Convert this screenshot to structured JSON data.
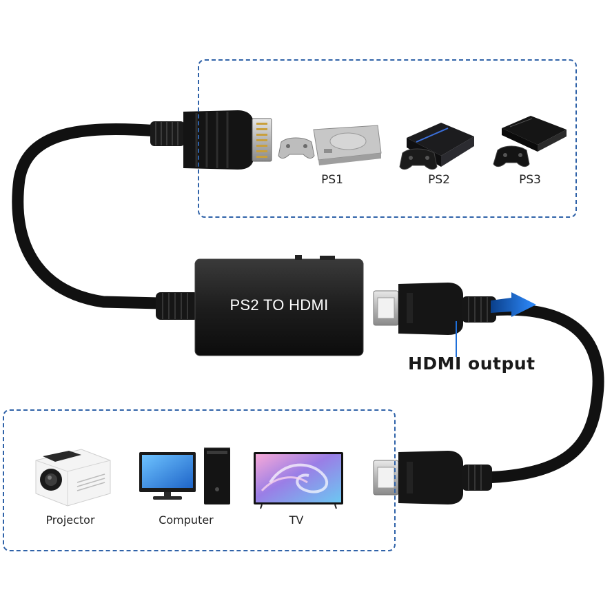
{
  "product": {
    "box_label": "PS2 TO HDMI",
    "output_label": "HDMI output"
  },
  "sources": [
    {
      "label": "PS1",
      "icon": "ps1-console-icon"
    },
    {
      "label": "PS2",
      "icon": "ps2-console-icon"
    },
    {
      "label": "PS3",
      "icon": "ps3-console-icon"
    }
  ],
  "displays": [
    {
      "label": "Projector",
      "icon": "projector-icon"
    },
    {
      "label": "Computer",
      "icon": "computer-icon"
    },
    {
      "label": "TV",
      "icon": "tv-icon"
    }
  ],
  "colors": {
    "dash_border": "#2f62a8",
    "cable": "#111111",
    "arrow": "#1e6fd9"
  }
}
